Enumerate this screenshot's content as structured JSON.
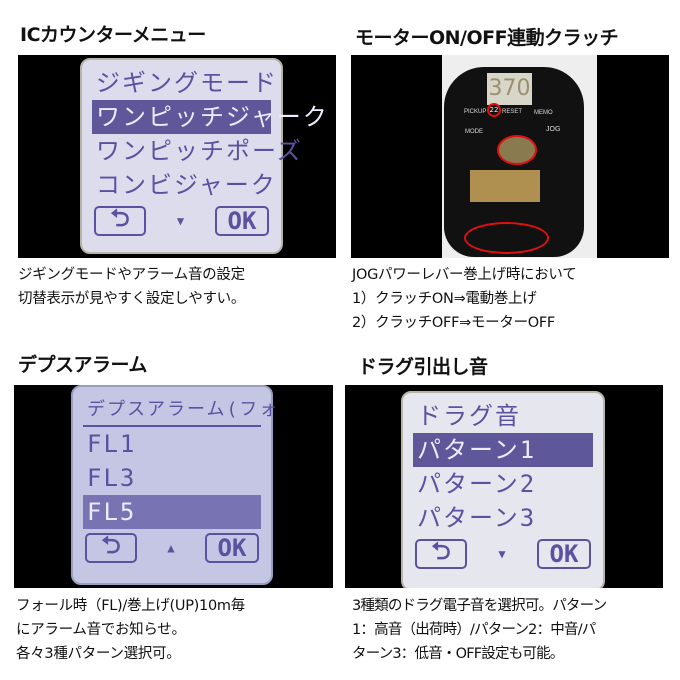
{
  "panels": [
    {
      "title": "ICカウンターメニュー",
      "lcd": {
        "rows": [
          "ジギングモード",
          "ワンピッチジャーク",
          "ワンピッチポーズ",
          "コンビジャーク"
        ],
        "selected_row": 1,
        "ok": "OK",
        "back_icon": "return-arrow-icon",
        "scroll_icon": "triangle-down-icon"
      },
      "caption": [
        "ジギングモードやアラーム音の設定",
        "切替表示が見やすく設定しやすい。"
      ]
    },
    {
      "title": "モーターON/OFF連動クラッチ",
      "photo": {
        "counter": "370",
        "sub": "22",
        "buttons": [
          "PICKUP",
          "RESET",
          "MEMO",
          "MODE",
          "JOG"
        ],
        "highlight_color": "#e01010"
      },
      "caption": [
        "JOGパワーレバー巻上げ時において",
        "1）クラッチON⇒電動巻上げ",
        "2）クラッチOFF⇒モーターOFF"
      ]
    },
    {
      "title": "デプスアラーム",
      "lcd": {
        "header": "デプスアラーム(フォ",
        "rows": [
          "FL1",
          "FL3",
          "FL5"
        ],
        "selected_row": 2,
        "ok": "OK",
        "back_icon": "return-arrow-icon",
        "scroll_icon": "triangle-up-icon"
      },
      "caption": [
        "フォール時（FL)/巻上げ(UP)10m毎",
        "にアラーム音でお知らせ。",
        "各々3種パターン選択可。"
      ]
    },
    {
      "title": "ドラグ引出し音",
      "lcd": {
        "header": "ドラグ音",
        "rows": [
          "パターン1",
          "パターン2",
          "パターン3"
        ],
        "selected_row": 0,
        "ok": "OK",
        "back_icon": "return-arrow-icon",
        "scroll_icon": "triangle-down-icon"
      },
      "caption": [
        "3種類のドラグ電子音を選択可。パターン",
        "1：高音（出荷時）/パターン2：中音/パ",
        "ターン3：低音・OFF設定も可能。"
      ]
    }
  ]
}
